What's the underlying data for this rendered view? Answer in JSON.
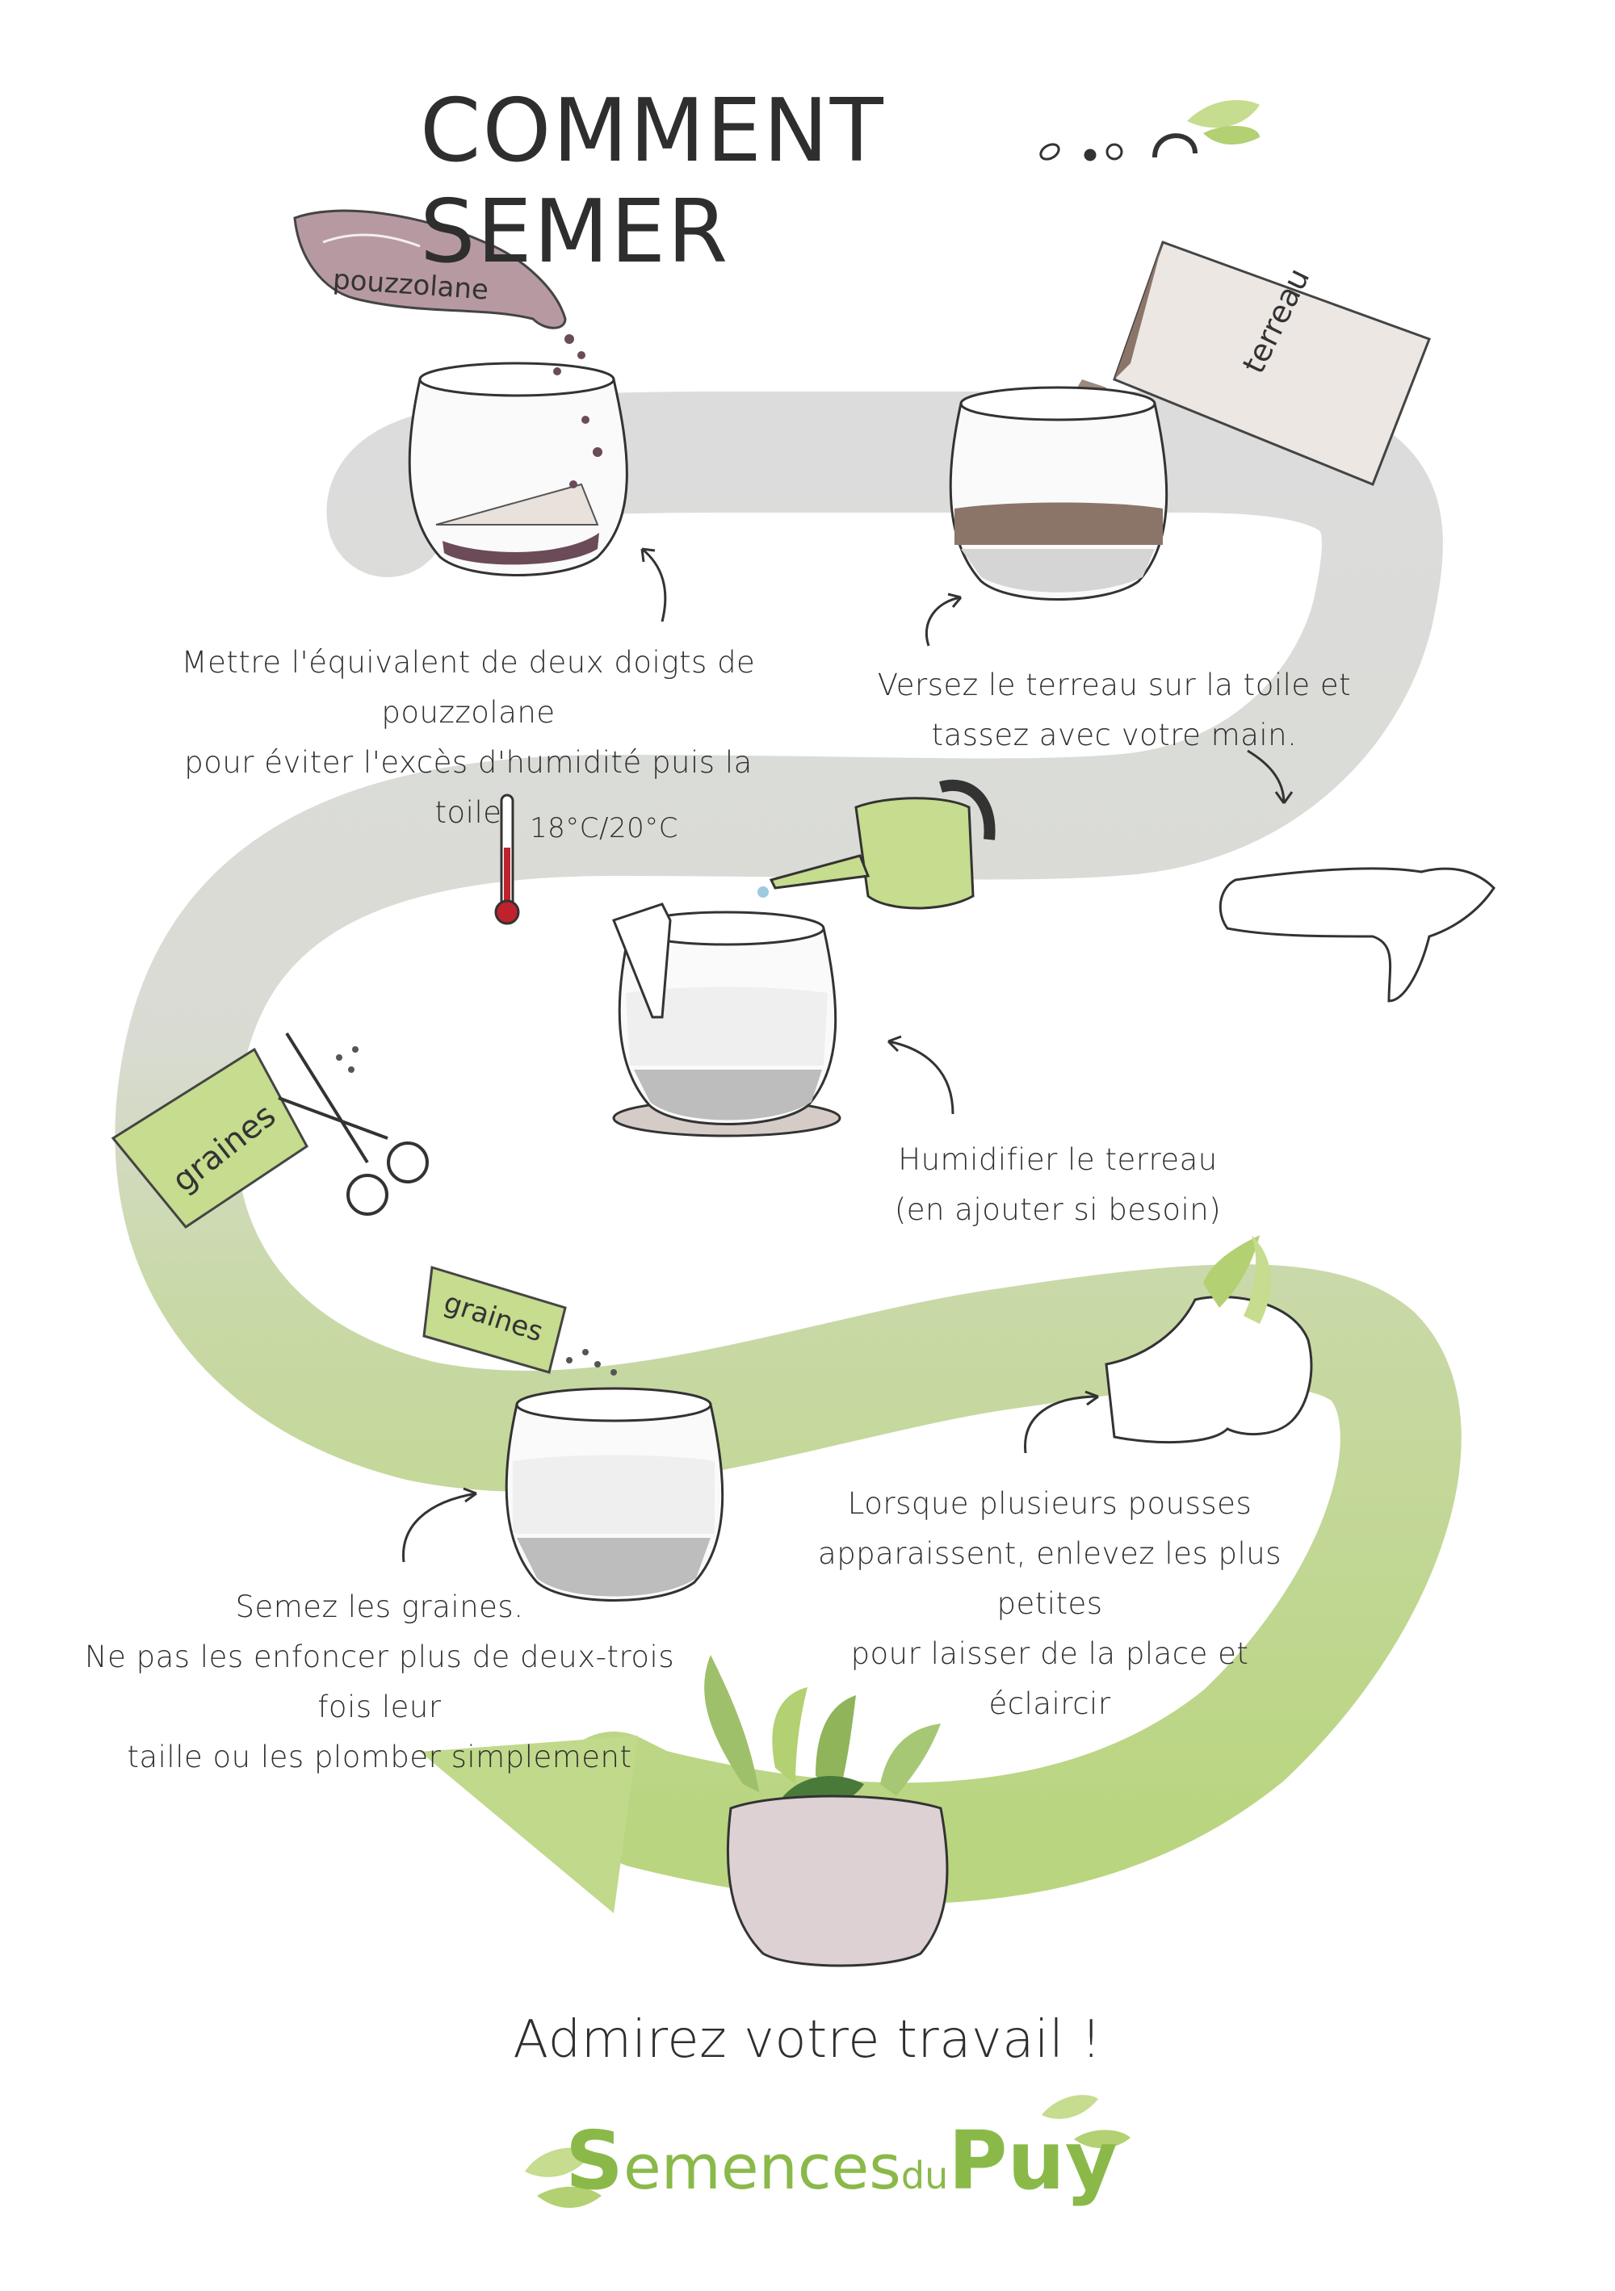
{
  "title": "COMMENT SEMER",
  "steps": {
    "pouzzolane": {
      "bag_label": "pouzzolane",
      "text": [
        "Mettre l'équivalent de deux doigts de pouzzolane",
        "pour éviter l'excès d'humidité puis la toile"
      ]
    },
    "terreau": {
      "bag_label": "terreau",
      "text": [
        "Versez le terreau sur la toile et",
        "tassez avec votre main."
      ]
    },
    "humidifier": {
      "temperature": "18°C/20°C",
      "text": [
        "Humidifier le terreau",
        "(en ajouter si besoin)"
      ]
    },
    "semer": {
      "bag_label_1": "graines",
      "bag_label_2": "graines",
      "text": [
        "Semez les graines.",
        "Ne pas les enfoncer plus de deux-trois fois leur",
        "taille ou les plomber simplement"
      ]
    },
    "eclaircir": {
      "text": [
        "Lorsque plusieurs pousses",
        "apparaissent, enlevez les plus petites",
        "pour laisser de la place et éclaircir"
      ]
    }
  },
  "final_text": "Admirez votre travail !",
  "brand": {
    "part1": "S",
    "part2": "emences",
    "part3": "du",
    "part4": "Puy"
  },
  "colors": {
    "path_grey": "#dcdcdc",
    "path_green": "#c4d99a",
    "accent_green": "#8ab94a",
    "bag_green": "#c6dc8e",
    "bag_pink": "#b79aa1",
    "bag_beige": "#e9e1dc",
    "soil_brown": "#8b7569",
    "pot_pink": "#ddd1d4",
    "thermometer_red": "#c0222c"
  }
}
